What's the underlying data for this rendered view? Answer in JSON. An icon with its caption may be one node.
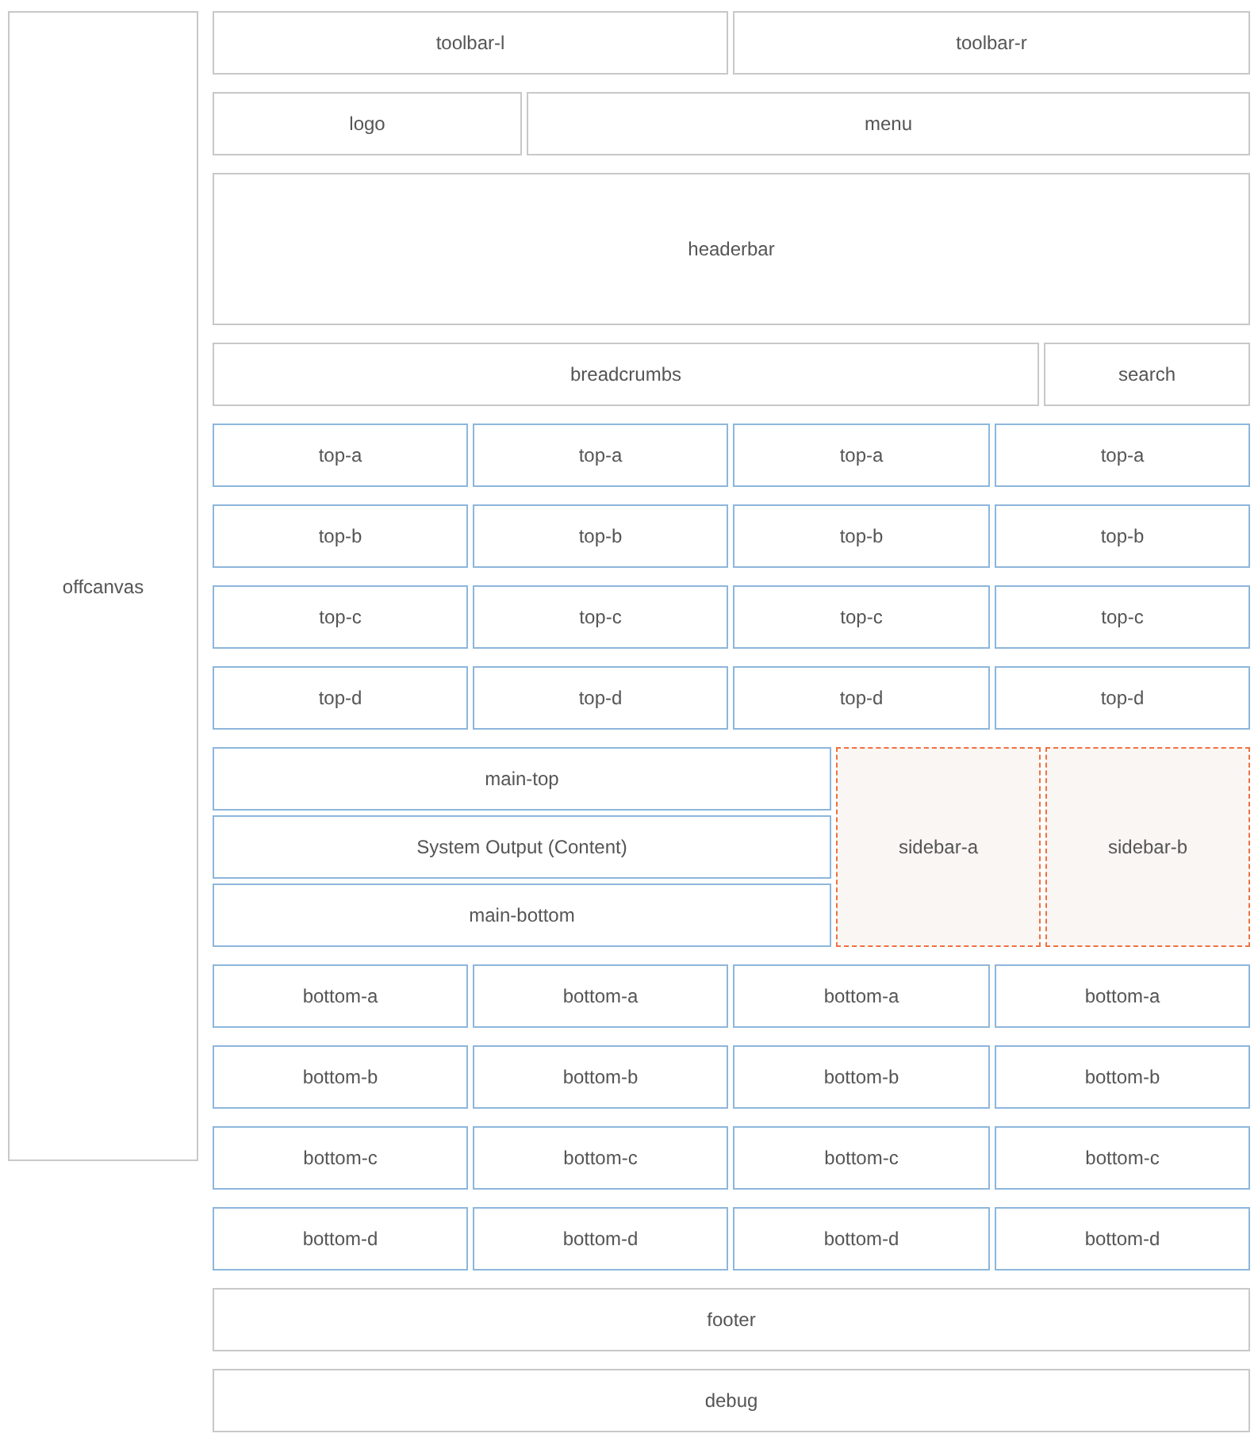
{
  "diagram": {
    "nodes": [
      {
        "text": [
          "offcanvas"
        ]
      },
      {
        "text": [
          "toolbar-l"
        ]
      },
      {
        "text": [
          "toolbar-r"
        ]
      },
      {
        "text": [
          "logo"
        ]
      },
      {
        "text": [
          "menu"
        ]
      },
      {
        "text": [
          "headerbar"
        ]
      },
      {
        "text": [
          "breadcrumbs"
        ]
      },
      {
        "text": [
          "search"
        ]
      },
      {
        "text": [
          "top-a"
        ]
      },
      {
        "text": [
          "top-a"
        ]
      },
      {
        "text": [
          "top-a"
        ]
      },
      {
        "text": [
          "top-a"
        ]
      },
      {
        "text": [
          "top-b"
        ]
      },
      {
        "text": [
          "top-b"
        ]
      },
      {
        "text": [
          "top-b"
        ]
      },
      {
        "text": [
          "top-b"
        ]
      },
      {
        "text": [
          "top-c"
        ]
      },
      {
        "text": [
          "top-c"
        ]
      },
      {
        "text": [
          "top-c"
        ]
      },
      {
        "text": [
          "top-c"
        ]
      },
      {
        "text": [
          "top-d"
        ]
      },
      {
        "text": [
          "top-d"
        ]
      },
      {
        "text": [
          "top-d"
        ]
      },
      {
        "text": [
          "top-d"
        ]
      },
      {
        "text": [
          "main-top"
        ]
      },
      {
        "text": [
          "System Output (Content)"
        ]
      },
      {
        "text": [
          "main-bottom"
        ]
      },
      {
        "text": [
          "sidebar-a"
        ]
      },
      {
        "text": [
          "sidebar-b"
        ]
      },
      {
        "text": [
          "bottom-a"
        ]
      },
      {
        "text": [
          "bottom-a"
        ]
      },
      {
        "text": [
          "bottom-a"
        ]
      },
      {
        "text": [
          "bottom-a"
        ]
      },
      {
        "text": [
          "bottom-b"
        ]
      },
      {
        "text": [
          "bottom-b"
        ]
      },
      {
        "text": [
          "bottom-b"
        ]
      },
      {
        "text": [
          "bottom-b"
        ]
      },
      {
        "text": [
          "bottom-c"
        ]
      },
      {
        "text": [
          "bottom-c"
        ]
      },
      {
        "text": [
          "bottom-c"
        ]
      },
      {
        "text": [
          "bottom-c"
        ]
      },
      {
        "text": [
          "bottom-d"
        ]
      },
      {
        "text": [
          "bottom-d"
        ]
      },
      {
        "text": [
          "bottom-d"
        ]
      },
      {
        "text": [
          "bottom-d"
        ]
      },
      {
        "text": [
          "footer"
        ]
      },
      {
        "text": [
          "debug"
        ]
      }
    ]
  }
}
